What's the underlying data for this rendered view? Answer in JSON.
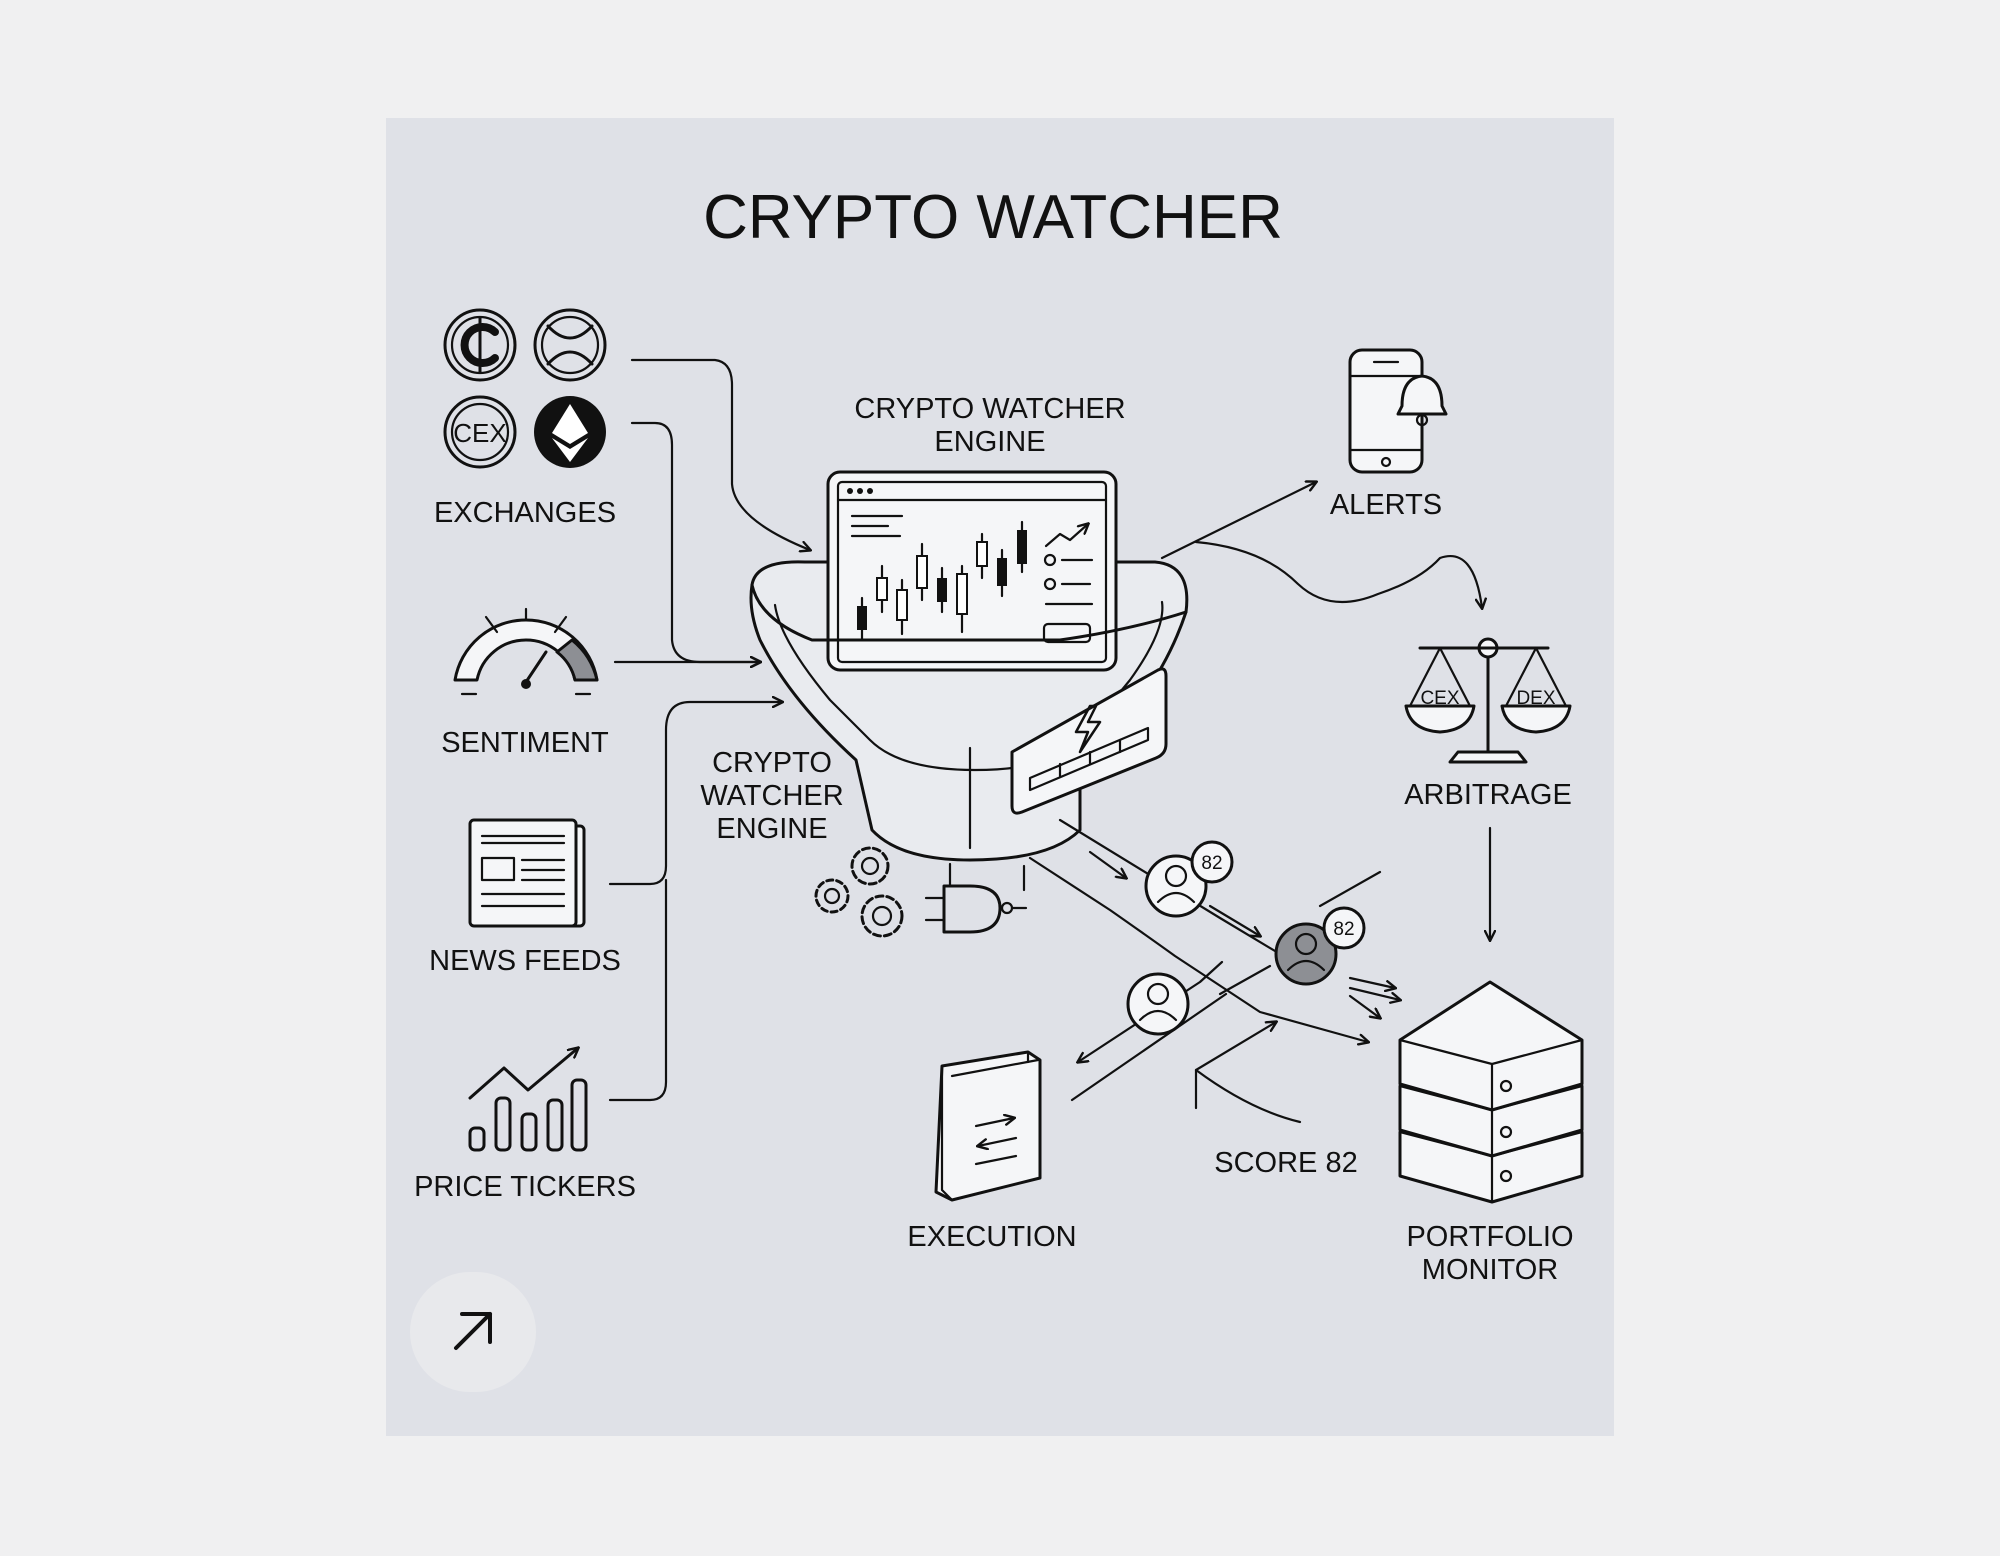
{
  "title": "CRYPTO WATCHER",
  "sources": {
    "exchanges": "EXCHANGES",
    "exchange_cex_badge": "CEX",
    "sentiment": "SENTIMENT",
    "news_feeds": "NEWS FEEDS",
    "price_tickers": "PRICE TICKERS"
  },
  "engine": {
    "label_top_line1": "CRYPTO WATCHER",
    "label_top_line2": "ENGINE",
    "label_side_line1": "CRYPTO",
    "label_side_line2": "WATCHER",
    "label_side_line3": "ENGINE"
  },
  "outputs": {
    "alerts": "ALERTS",
    "arbitrage": "ARBITRAGE",
    "arbitrage_left_pan": "CEX",
    "arbitrage_right_pan": "DEX",
    "execution": "EXECUTION",
    "portfolio_line1": "PORTFOLIO",
    "portfolio_line2": "MONITOR",
    "score": "SCORE 82"
  },
  "badges": {
    "user_score_1": "82",
    "user_score_2": "82"
  },
  "icons": {
    "exchange_1": "coin-c-icon",
    "exchange_2": "xrp-icon",
    "exchange_4": "ethereum-icon",
    "sentiment": "gauge-icon",
    "news": "newspaper-icon",
    "tickers": "bar-chart-trend-icon",
    "alerts": "phone-bell-icon",
    "arbitrage": "balance-scale-icon",
    "execution": "ledger-book-icon",
    "portfolio": "server-stack-icon",
    "expand": "arrow-up-right-icon"
  },
  "colors": {
    "panel_background": "#dfe1e7",
    "page_background": "#f0f0f1",
    "ink": "#111111",
    "accent_grey": "#8d8f94"
  }
}
